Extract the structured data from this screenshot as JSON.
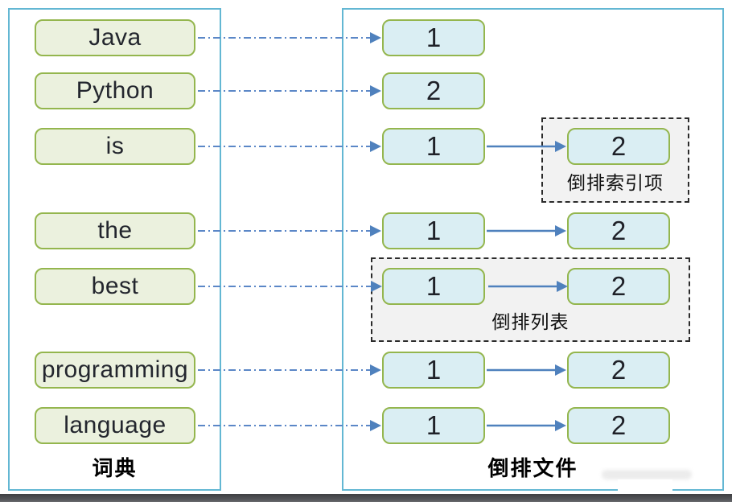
{
  "panels": {
    "dictionary": {
      "label": "词典"
    },
    "inverted_file": {
      "label": "倒排文件"
    }
  },
  "rows": [
    {
      "word": "Java",
      "docs": [
        "1"
      ]
    },
    {
      "word": "Python",
      "docs": [
        "2"
      ]
    },
    {
      "word": "is",
      "docs": [
        "1",
        "2"
      ]
    },
    {
      "word": "the",
      "docs": [
        "1",
        "2"
      ]
    },
    {
      "word": "best",
      "docs": [
        "1",
        "2"
      ]
    },
    {
      "word": "programming",
      "docs": [
        "1",
        "2"
      ]
    },
    {
      "word": "language",
      "docs": [
        "1",
        "2"
      ]
    }
  ],
  "annotations": {
    "inverted_index_item": "倒排索引项",
    "inverted_list": "倒排列表"
  },
  "colors": {
    "panel_border": "#63b7d3",
    "box_border": "#94b64e",
    "word_box_fill": "#ebf1de",
    "doc_box_fill": "#daeef3",
    "arrow_solid": "#4f81bd",
    "arrow_dash": "#5b87c7",
    "annotation_fill": "#f2f2f2",
    "annotation_border": "#2b2b2b",
    "bottom_bar": "#55565a"
  }
}
